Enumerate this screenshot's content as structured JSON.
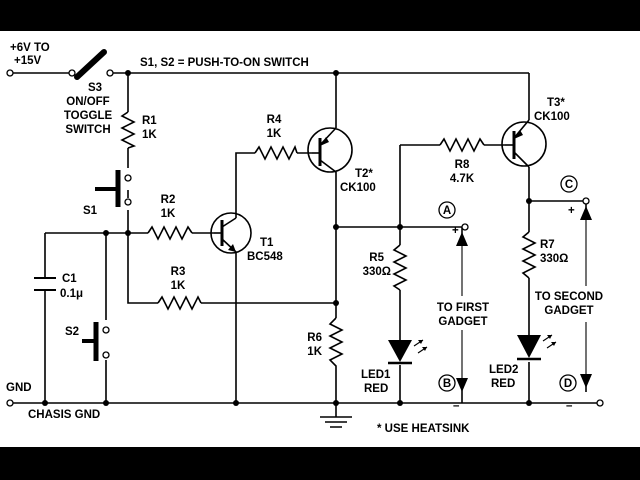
{
  "labels": {
    "supply": [
      "+6V TO",
      "+15V"
    ],
    "s3": [
      "S3",
      "ON/OFF",
      "TOGGLE",
      "SWITCH"
    ],
    "switch_note": "S1, S2 = PUSH-TO-ON SWITCH",
    "r1": [
      "R1",
      "1K"
    ],
    "r2": [
      "R2",
      "1K"
    ],
    "r3": [
      "R3",
      "1K"
    ],
    "r4": [
      "R4",
      "1K"
    ],
    "r5": [
      "R5",
      "330Ω"
    ],
    "r6": [
      "R6",
      "1K"
    ],
    "r7": [
      "R7",
      "330Ω"
    ],
    "r8": [
      "R8",
      "4.7K"
    ],
    "s1": "S1",
    "s2": "S2",
    "c1": [
      "C1",
      "0.1μ"
    ],
    "t1": [
      "T1",
      "BC548"
    ],
    "t2": [
      "T2*",
      "CK100"
    ],
    "t3": [
      "T3*",
      "CK100"
    ],
    "led1": [
      "LED1",
      "RED"
    ],
    "led2": [
      "LED2",
      "RED"
    ],
    "gadget1": [
      "TO FIRST",
      "GADGET"
    ],
    "gadget2": [
      "TO SECOND",
      "GADGET"
    ],
    "gnd": "GND",
    "chasis_gnd": "CHASIS GND",
    "heatsink_note": "* USE HEATSINK",
    "node_a": "A",
    "node_b": "B",
    "node_c": "C",
    "node_d": "D",
    "plus": "+",
    "minus": "–"
  }
}
